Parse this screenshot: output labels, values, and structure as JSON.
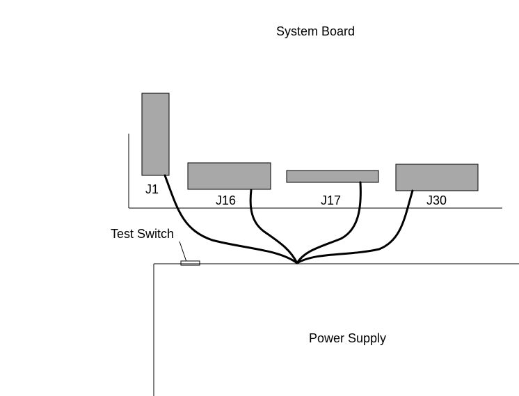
{
  "labels": {
    "system_board": "System Board",
    "power_supply": "Power Supply",
    "test_switch": "Test Switch"
  },
  "connectors": {
    "j1": "J1",
    "j16": "J16",
    "j17": "J17",
    "j30": "J30"
  },
  "colors": {
    "connector_fill": "#a8a8a8",
    "line": "#000000",
    "background": "#ffffff"
  }
}
